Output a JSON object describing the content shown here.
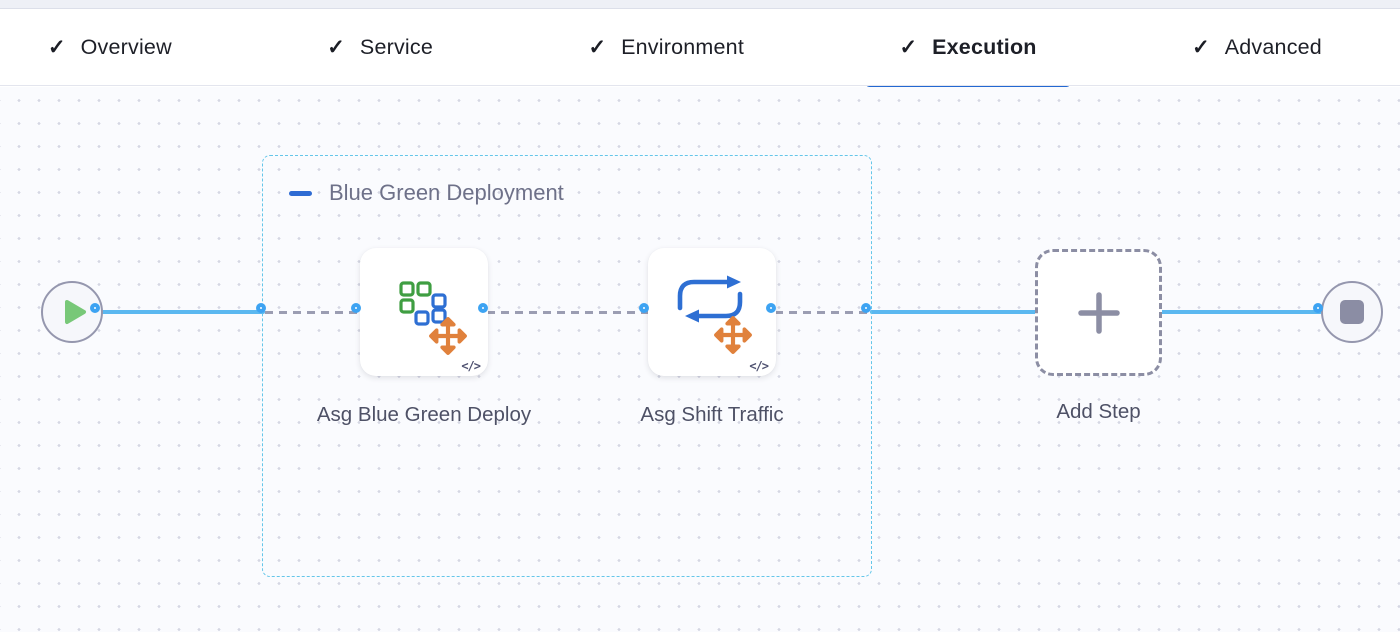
{
  "tab_bar": {
    "check_glyph": "✓",
    "tabs": [
      {
        "label": "Overview",
        "state": "completed",
        "active": false
      },
      {
        "label": "Service",
        "state": "completed",
        "active": false
      },
      {
        "label": "Environment",
        "state": "completed",
        "active": false
      },
      {
        "label": "Execution",
        "state": "completed",
        "active": true
      },
      {
        "label": "Advanced",
        "state": "completed",
        "active": false
      }
    ]
  },
  "pipeline": {
    "group": {
      "label": "Blue Green Deployment"
    },
    "steps": [
      {
        "label": "Asg Blue Green Deploy",
        "icon": "asg-blue-green-deploy-icon"
      },
      {
        "label": "Asg Shift Traffic",
        "icon": "asg-shift-traffic-icon"
      }
    ],
    "add_step_label": "Add Step",
    "code_glyph": "</>"
  },
  "colors": {
    "active_tab_underline": "#2368d1",
    "group_border": "#64c6e9",
    "group_label": "#6e7189",
    "solid_edge": "#5bb8f0",
    "dashed_edge": "#9b9db2",
    "connector_ring": "#3da3f2",
    "node_border": "#9597ae",
    "play_green": "#78c878",
    "stop_gray": "#8b8da4",
    "icon_green": "#3f9e42",
    "icon_blue": "#2e6fd3",
    "icon_orange": "#e0813c"
  }
}
